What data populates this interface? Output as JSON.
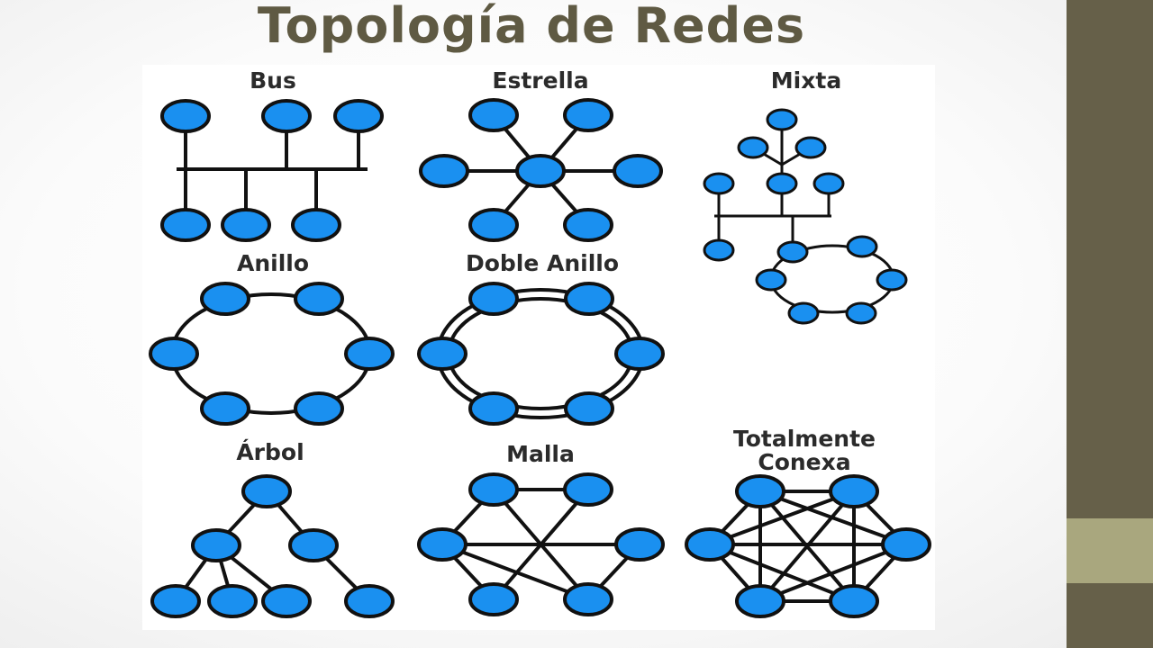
{
  "slide": {
    "title": "Topología de Redes"
  },
  "diagram": {
    "labels": {
      "bus": "Bus",
      "estrella": "Estrella",
      "mixta": "Mixta",
      "anillo": "Anillo",
      "doble_anillo": "Doble Anillo",
      "arbol": "Árbol",
      "malla": "Malla",
      "totalmente_line1": "Totalmente",
      "totalmente_line2": "Conexa"
    }
  },
  "colors": {
    "title": "#5f5a43",
    "node_fill": "#1a90f0",
    "node_stroke": "#111111",
    "sidebar_dark": "#666049",
    "sidebar_accent": "#a9a77e"
  }
}
